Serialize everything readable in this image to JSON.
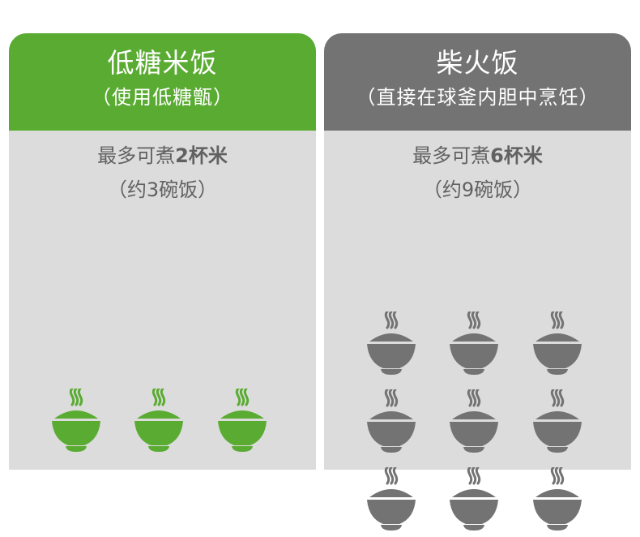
{
  "panels": [
    {
      "title": "低糖米饭",
      "subtitle": "（使用低糖甑）",
      "capacity_prefix": "最多可煮",
      "capacity_value": "2杯米",
      "bowls_text": "（约3碗饭）",
      "bowl_count": 3,
      "color": "#5aab32",
      "icon": "rice-bowl-icon"
    },
    {
      "title": "柴火饭",
      "subtitle": "（直接在球釜内胆中烹饪）",
      "capacity_prefix": "最多可煮",
      "capacity_value": "6杯米",
      "bowls_text": "（约9碗饭）",
      "bowl_count": 9,
      "color": "#737373",
      "icon": "rice-bowl-icon"
    }
  ],
  "colors": {
    "panel_body": "#dcdcdc",
    "caption_text": "#616161",
    "green": "#5aab32",
    "gray": "#737373"
  }
}
